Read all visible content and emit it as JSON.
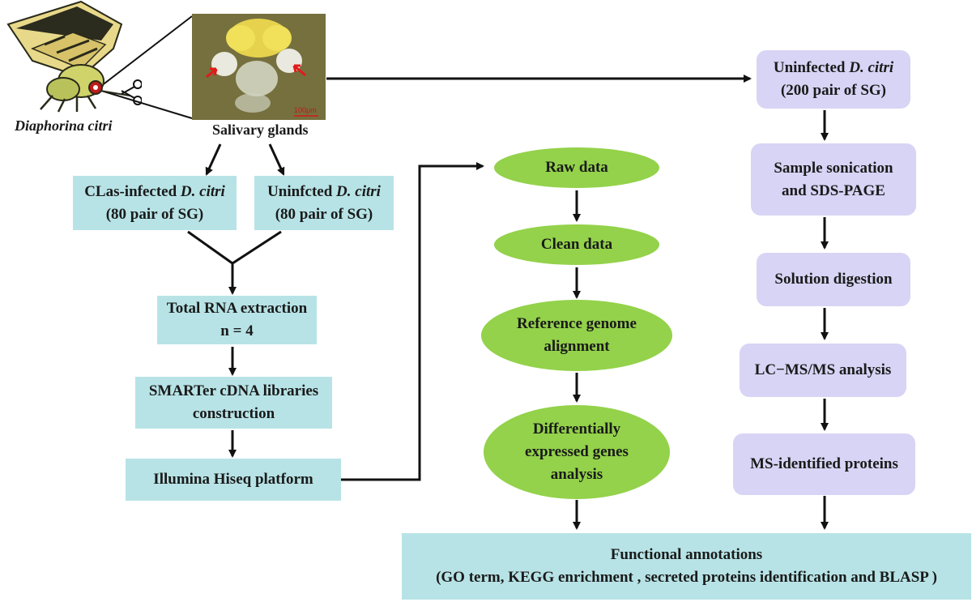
{
  "insect": {
    "species_label": "Diaphorina citri"
  },
  "photo": {
    "caption": "Salivary glands",
    "scale_bar": "100μm"
  },
  "left_branch": {
    "infected": {
      "line1_prefix": "CLas-infected ",
      "line1_species": "D. citri",
      "line2": "(80 pair of SG)"
    },
    "uninfected": {
      "line1_prefix": "Uninfcted ",
      "line1_species": "D. citri",
      "line2": "(80 pair of SG)"
    },
    "steps": [
      {
        "line1": "Total RNA extraction",
        "line2": "n = 4"
      },
      {
        "line1": "SMARTer cDNA libraries",
        "line2": "construction"
      },
      {
        "line1": "Illumina Hiseq platform",
        "line2": ""
      }
    ]
  },
  "transcriptome": {
    "steps": [
      {
        "line1": "Raw data"
      },
      {
        "line1": "Clean data"
      },
      {
        "line1": "Reference genome",
        "line2": "alignment"
      },
      {
        "line1": "Differentially",
        "line2": "expressed genes",
        "line3": "analysis"
      }
    ]
  },
  "proteome": {
    "sample": {
      "line1_prefix": "Uninfected ",
      "line1_species": "D. citri",
      "line2": "(200 pair of SG)"
    },
    "steps": [
      {
        "line1": "Sample sonication",
        "line2": "and SDS-PAGE"
      },
      {
        "line1": "Solution digestion"
      },
      {
        "line1": "LC−MS/MS analysis"
      },
      {
        "line1": "MS-identified proteins"
      }
    ]
  },
  "final": {
    "line1": "Functional annotations",
    "line2": "(GO term, KEGG enrichment , secreted proteins identification and BLASP )"
  },
  "colors": {
    "teal": "#b7e3e6",
    "lavender": "#d8d4f5",
    "green": "#93d24a",
    "final": "#b7e3e6"
  }
}
